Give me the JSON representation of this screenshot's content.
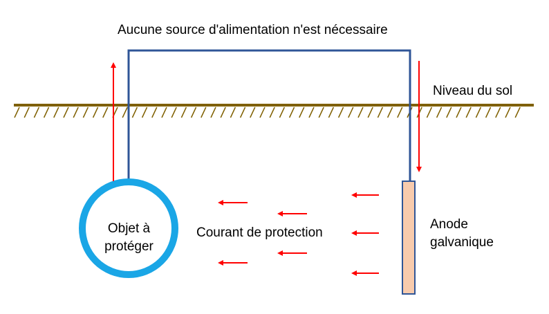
{
  "labels": {
    "power_note": "Aucune source d'alimentation n'est nécessaire",
    "ground_level": "Niveau du sol",
    "protection_current": "Courant de protection",
    "anode_line1": "Anode",
    "anode_line2": "galvanique",
    "object_line1": "Objet à",
    "object_line2": "protéger"
  },
  "colors": {
    "ground": "#7f6000",
    "wire": "#2f5597",
    "arrow": "#ff0000",
    "pipe_ring": "#1aa6e6",
    "anode_fill": "#f8cbad",
    "anode_border": "#2f5597"
  }
}
